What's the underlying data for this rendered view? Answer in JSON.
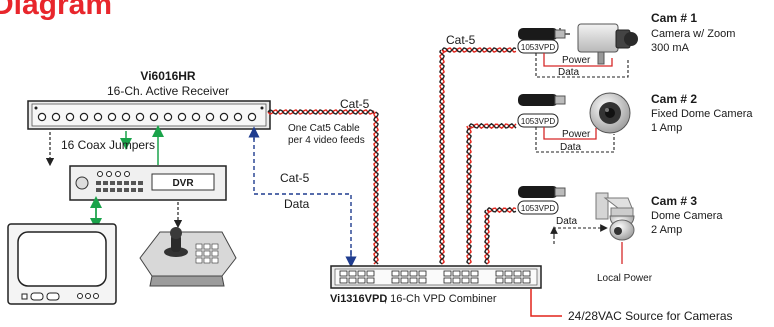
{
  "title": "Diagram",
  "receiver": {
    "model": "Vi6016HR",
    "desc": "16-Ch. Active Receiver"
  },
  "jumpers": "16 Coax Jumpers",
  "dvr": "DVR",
  "combiner": {
    "model": "Vi1316VPD",
    "desc": "; 16-Ch VPD Combiner"
  },
  "cables": {
    "cat5_left": "Cat-5",
    "cat5_top": "Cat-5",
    "cat5_data": "Cat-5",
    "data": "Data",
    "note_line1": "One Cat5 Cable",
    "note_line2": "per 4 video feeds"
  },
  "vpd_label": "1053VPD",
  "cameras": [
    {
      "name": "Cam # 1",
      "line1": "Camera w/ Zoom",
      "line2": "300 mA",
      "power": "Power",
      "data": "Data"
    },
    {
      "name": "Cam # 2",
      "line1": "Fixed Dome Camera",
      "line2": "1 Amp",
      "power": "Power",
      "data": "Data"
    },
    {
      "name": "Cam # 3",
      "line1": "Dome Camera",
      "line2": "2 Amp",
      "power": "",
      "data": "Data"
    }
  ],
  "local_power": "Local Power",
  "source": "24/28VAC Source for Cameras",
  "colors": {
    "title": "#e8262c",
    "cable_red": "#e2231a",
    "cable_dark": "#222222",
    "data_blue": "#1f3c8f",
    "jumper_green": "#1aa34a",
    "power_red": "#d62828"
  }
}
